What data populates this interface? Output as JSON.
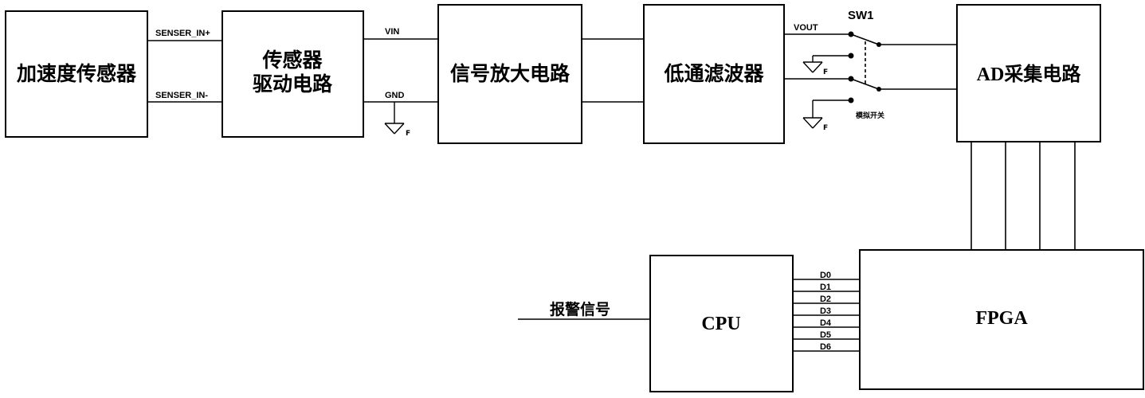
{
  "blocks": {
    "accel_sensor": "加速度传感器",
    "sensor_driver_line1": "传感器",
    "sensor_driver_line2": "驱动电路",
    "signal_amp": "信号放大电路",
    "lowpass_filter": "低通滤波器",
    "ad_acquire": "AD采集电路",
    "cpu": "CPU",
    "fpga": "FPGA"
  },
  "signals": {
    "sensor_in_plus": "SENSER_IN+",
    "sensor_in_minus": "SENSER_IN-",
    "vin": "VIN",
    "gnd": "GND",
    "vout": "VOUT",
    "switch_name": "SW1",
    "analog_switch": "模拟开关",
    "alarm_signal": "报警信号",
    "ground_mark": "F"
  },
  "data_bus": [
    "D0",
    "D1",
    "D2",
    "D3",
    "D4",
    "D5",
    "D6"
  ]
}
